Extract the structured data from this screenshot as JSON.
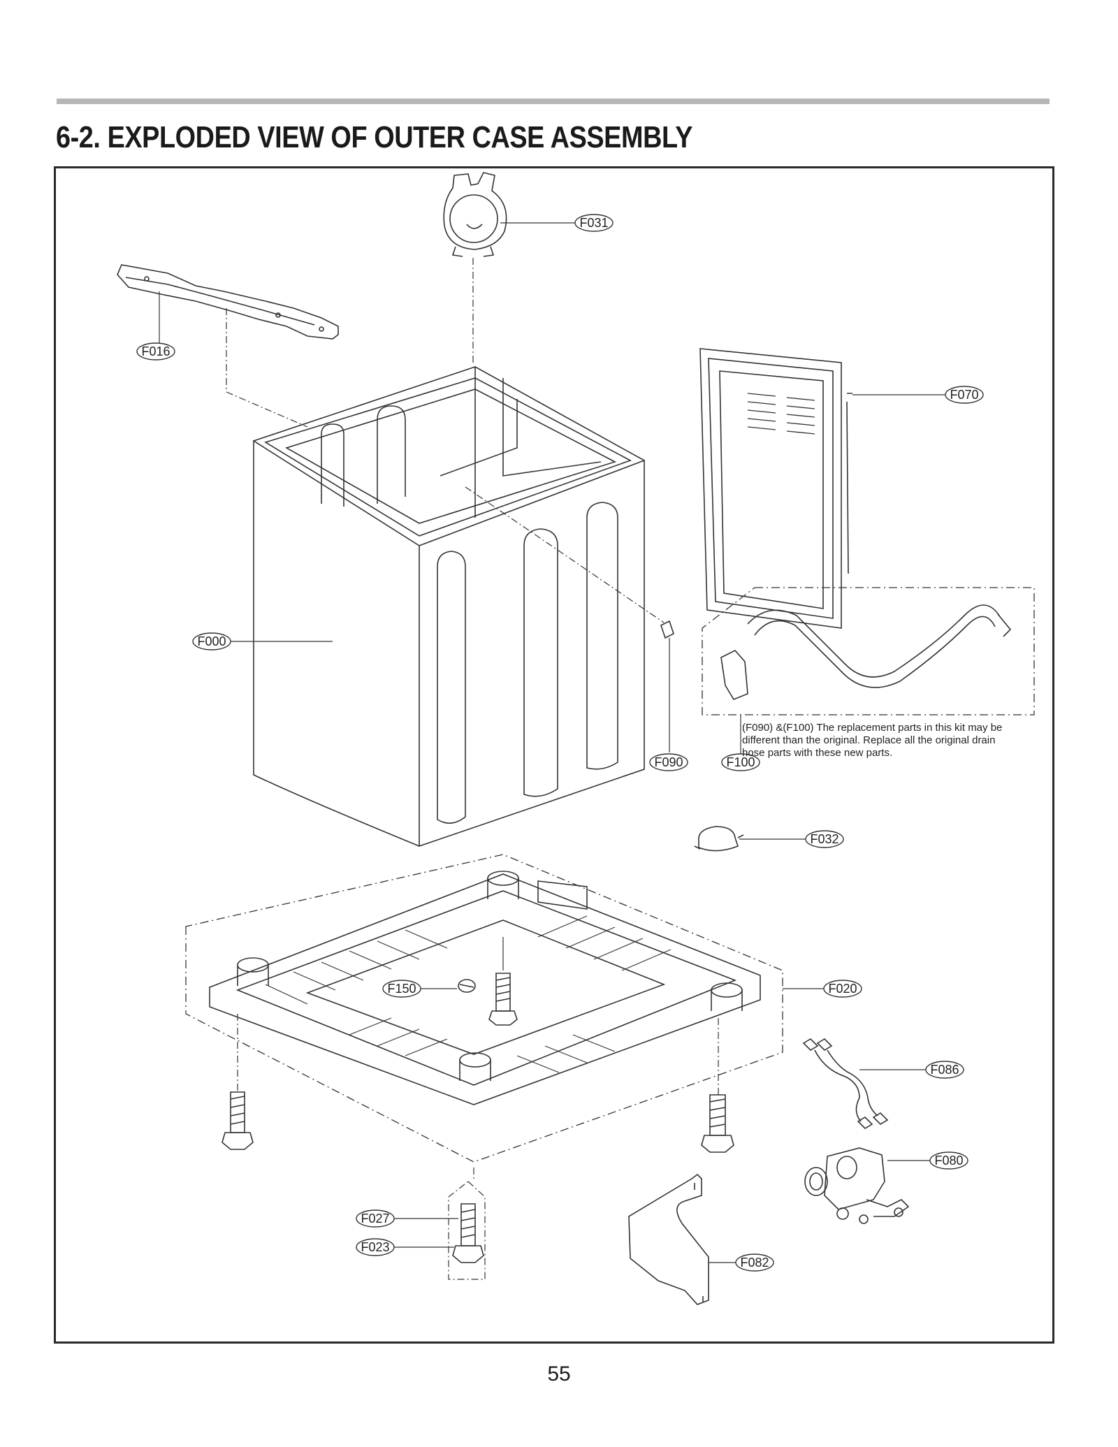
{
  "page": {
    "title": "6-2. EXPLODED VIEW OF OUTER CASE ASSEMBLY",
    "page_number": "55"
  },
  "diagram": {
    "callouts": {
      "f031": "F031",
      "f016": "F016",
      "f070": "F070",
      "f000": "F000",
      "f090": "F090",
      "f100": "F100",
      "f032": "F032",
      "f150": "F150",
      "f020": "F020",
      "f086": "F086",
      "f080": "F080",
      "f027": "F027",
      "f023": "F023",
      "f082": "F082"
    },
    "note": {
      "line1": "(F090) &(F100) The replacement parts in this kit may be",
      "line2": "different than the original. Replace all the original drain",
      "line3": "hose parts with these new parts."
    }
  }
}
